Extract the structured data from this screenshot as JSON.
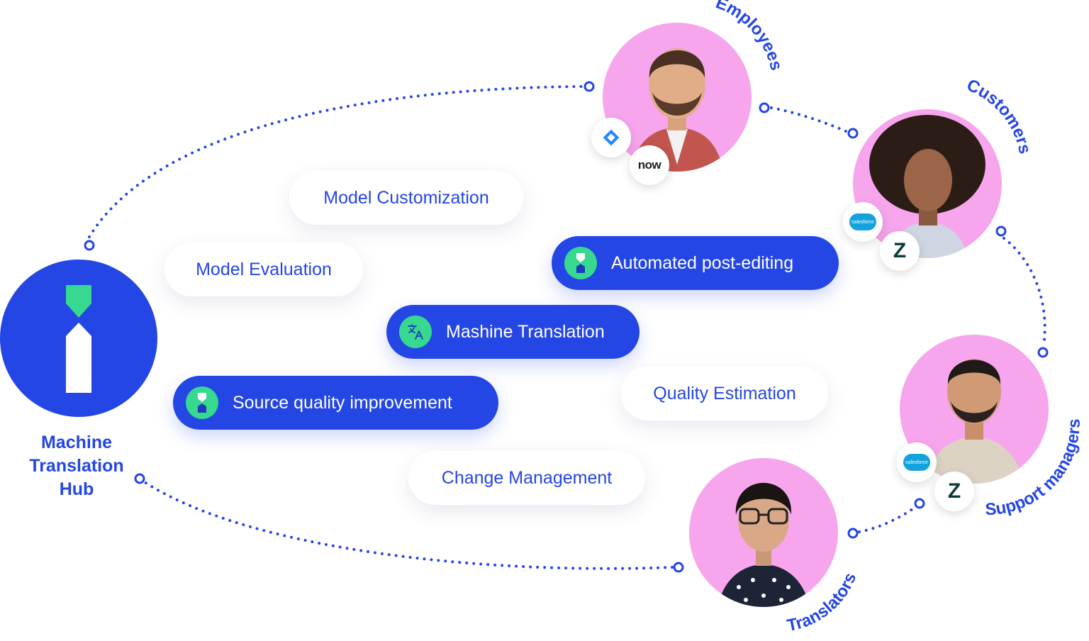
{
  "hub": {
    "label_line1": "Machine",
    "label_line2": "Translation",
    "label_line3": "Hub",
    "color": "#2446e4",
    "icon": "hourglass-logo-icon"
  },
  "services": {
    "model_customization": "Model Customization",
    "model_evaluation": "Model Evaluation",
    "automated_post_editing": "Automated post-editing",
    "machine_translation": "Mashine Translation",
    "source_quality_improvement": "Source quality improvement",
    "quality_estimation": "Quality Estimation",
    "change_management": "Change Management"
  },
  "personas": {
    "employees": "Employees",
    "customers": "Customers",
    "support_managers": "Support managers",
    "translators": "Translators"
  },
  "integrations": {
    "employees": [
      "jira-icon",
      "servicenow-icon"
    ],
    "customers": [
      "salesforce-icon",
      "zendesk-icon"
    ],
    "support_managers": [
      "salesforce-icon",
      "zendesk-icon"
    ],
    "servicenow_text": "now",
    "salesforce_text": "salesforce",
    "zendesk_text": "Z"
  },
  "colors": {
    "primary_blue": "#2446e4",
    "accent_green": "#36d98f",
    "avatar_pink": "#f7a6ee"
  }
}
